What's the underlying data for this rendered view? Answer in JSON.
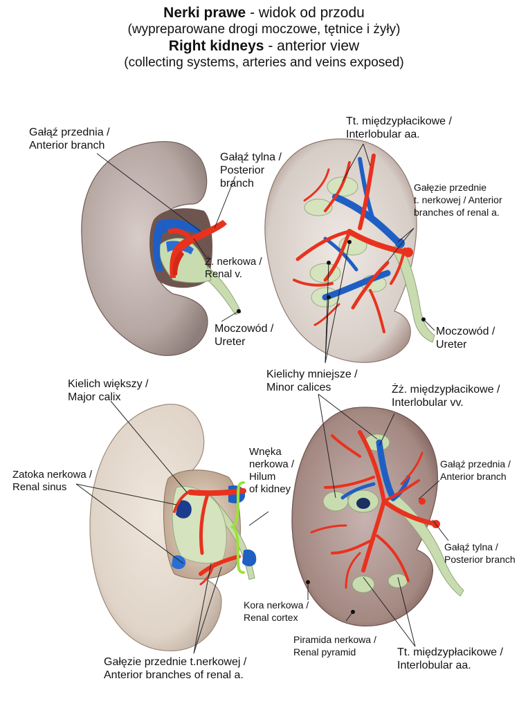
{
  "title": {
    "pl_bold": "Nerki prawe",
    "pl_rest": " - widok od przodu",
    "pl_sub": "(wypreparowane drogi moczowe, tętnice i żyły)",
    "en_bold": "Right kidneys",
    "en_rest": " - anterior view",
    "en_sub": "(collecting systems, arteries and veins exposed)"
  },
  "labels": {
    "tl_anterior_branch": [
      "Gałąź przednia /",
      "Anterior branch"
    ],
    "tl_posterior_branch": [
      "Gałąź tylna /",
      "Posterior",
      "branch"
    ],
    "tl_renal_vein": [
      "Ż. nerkowa /",
      "Renal v."
    ],
    "tl_ureter": [
      "Moczowód /",
      "Ureter"
    ],
    "tr_interlobular_aa": [
      "Tt. międzypłacikowe /",
      "Interlobular aa."
    ],
    "tr_anterior_branches": [
      "Gałęzie przednie",
      "t. nerkowej / Anterior",
      "branches of renal a."
    ],
    "tr_ureter": [
      "Moczowód /",
      "Ureter"
    ],
    "minor_calices": [
      "Kielichy mniejsze /",
      "Minor calices"
    ],
    "bl_major_calix": [
      "Kielich większy /",
      "Major calix"
    ],
    "bl_renal_sinus": [
      "Zatoka nerkowa /",
      "Renal sinus"
    ],
    "bl_hilum": [
      "Wnęka",
      "nerkowa /",
      "Hilum",
      "of kidney"
    ],
    "bl_anterior_branches": [
      "Gałęzie przednie t.nerkowej /",
      "Anterior  branches of renal a."
    ],
    "br_interlobular_vv": [
      "Żż. międzypłacikowe /",
      "Interlobular vv."
    ],
    "br_anterior_branch": [
      "Gałąź przednia /",
      "Anterior branch"
    ],
    "br_posterior_branch": [
      "Gałąź tylna /",
      "Posterior branch"
    ],
    "br_renal_cortex": [
      "Kora nerkowa /",
      "Renal cortex"
    ],
    "br_renal_pyramid": [
      "Piramida nerkowa /",
      "Renal pyramid"
    ],
    "br_interlobular_aa": [
      "Tt. międzypłacikowe /",
      "Interlobular aa."
    ]
  },
  "colors": {
    "artery": "#e8321e",
    "vein": "#1f5fc4",
    "ureter": "#c9dcb0",
    "kidney": "#b9a9a4",
    "hilum_brace": "#9be23a"
  }
}
